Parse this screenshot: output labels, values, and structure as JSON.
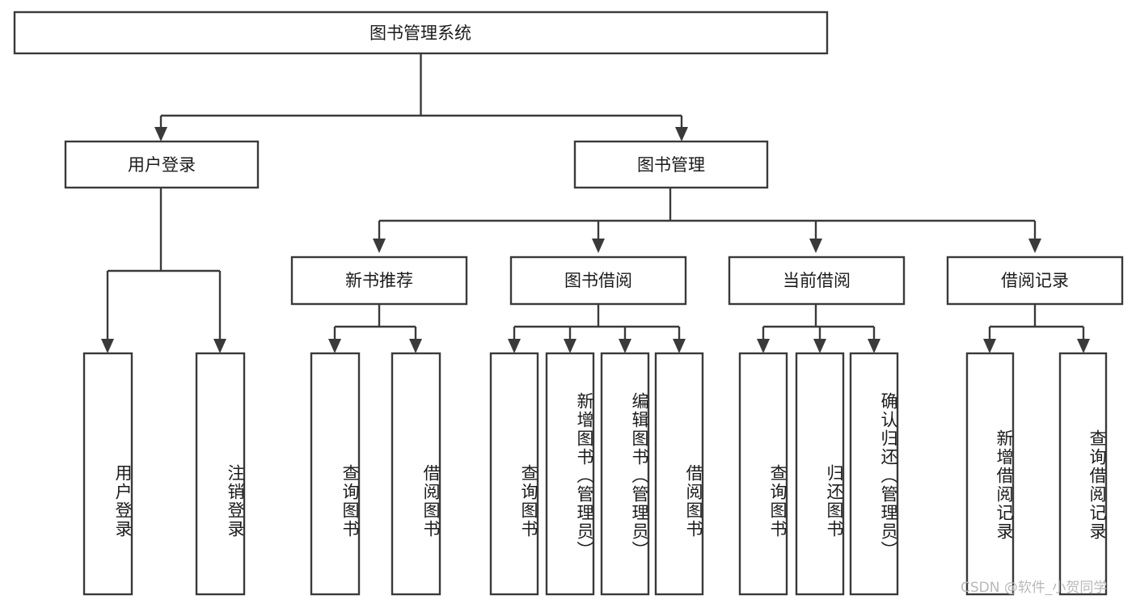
{
  "diagram": {
    "type": "tree-hierarchy-chart",
    "title": "图书管理系统",
    "watermark": "CSDN @软件_小贺同学",
    "colors": {
      "stroke": "#3a3a3a",
      "box_fill": "#ffffff",
      "text": "#1b1b1b",
      "background": "#ffffff",
      "watermark": "#b9b9b9"
    },
    "levels": {
      "root": {
        "label": "图书管理系统"
      },
      "level1": [
        {
          "label": "用户登录"
        },
        {
          "label": "图书管理"
        }
      ],
      "level2": [
        {
          "label": "新书推荐"
        },
        {
          "label": "图书借阅"
        },
        {
          "label": "当前借阅"
        },
        {
          "label": "借阅记录"
        }
      ],
      "leaves": [
        {
          "label": "用户登录",
          "parent": "用户登录"
        },
        {
          "label": "注销登录",
          "parent": "用户登录"
        },
        {
          "label": "查询图书",
          "parent": "新书推荐"
        },
        {
          "label": "借阅图书",
          "parent": "新书推荐"
        },
        {
          "label": "查询图书",
          "parent": "图书借阅"
        },
        {
          "label": "新增图书（管理员）",
          "parent": "图书借阅"
        },
        {
          "label": "编辑图书（管理员）",
          "parent": "图书借阅"
        },
        {
          "label": "借阅图书",
          "parent": "图书借阅"
        },
        {
          "label": "查询图书",
          "parent": "当前借阅"
        },
        {
          "label": "归还图书",
          "parent": "当前借阅"
        },
        {
          "label": "确认归还（管理员）",
          "parent": "当前借阅"
        },
        {
          "label": "新增借阅记录",
          "parent": "借阅记录"
        },
        {
          "label": "查询借阅记录",
          "parent": "借阅记录"
        }
      ]
    }
  }
}
